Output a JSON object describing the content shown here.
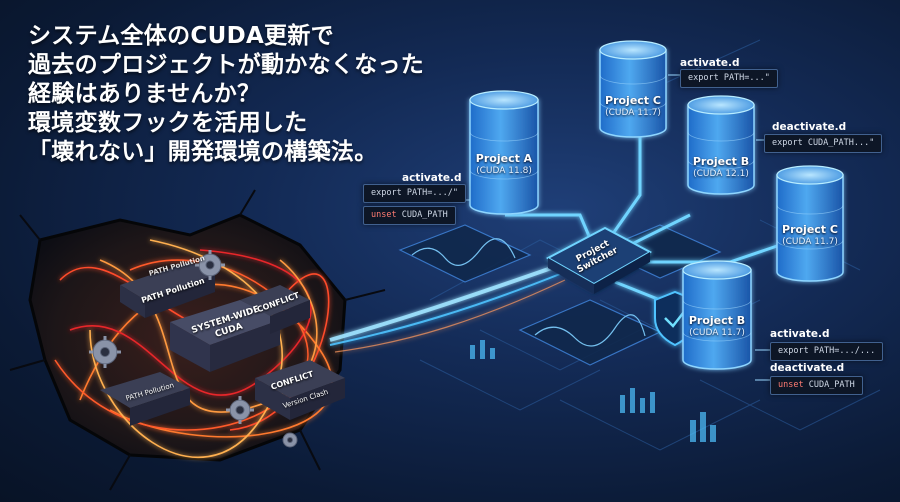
{
  "headline": {
    "lines": [
      "システム全体のCUDA更新で",
      "過去のプロジェクトが動かなくなった",
      "経験はありませんか？",
      "環境変数フックを活用した",
      "「壊れない」開発環境の構築法。"
    ]
  },
  "projects": [
    {
      "name": "Project C",
      "version": "(CUDA 11.7)"
    },
    {
      "name": "Project A",
      "version": "(CUDA 11.8)"
    },
    {
      "name": "Project B",
      "version": "(CUDA 12.1)"
    },
    {
      "name": "Project C",
      "version": "(CUDA 11.7)"
    },
    {
      "name": "Project B",
      "version": "(CUDA 11.7)"
    }
  ],
  "hooks": {
    "activate_top": {
      "title": "activate.d",
      "code": "export PATH=...\""
    },
    "deactivate_top": {
      "title": "deactivate.d",
      "code": "export CUDA_PATH...\""
    },
    "activate_left": {
      "title": "activate.d",
      "code1": "export PATH=.../\"",
      "keyword": "unset",
      "code2_rest": " CUDA_PATH"
    },
    "activate_bottom": {
      "title": "activate.d",
      "code": "export PATH=.../..."
    },
    "deactivate_bottom": {
      "title": "deactivate.d",
      "keyword": "unset",
      "code_rest": " CUDA_PATH"
    }
  },
  "switcher": {
    "line1": "Project",
    "line2": "Switcher"
  },
  "chaos": {
    "path_pollution_top": "PATH Pollution",
    "path_pollution_mid": "PATH Pollution",
    "system_wide": "SYSTEM-WIDE",
    "system_wide_sub": "CUDA",
    "conflict_top": "CONFLICT",
    "conflict_bottom": "CONFLICT",
    "version_clash": "Version Clash",
    "path_pollution_bottom": "PATH Pollution"
  },
  "colors": {
    "background": "#0b1a33",
    "glow_blue": "#4fc3ff",
    "chaos_orange": "#ff6a2b",
    "chaos_red": "#e8282a"
  }
}
